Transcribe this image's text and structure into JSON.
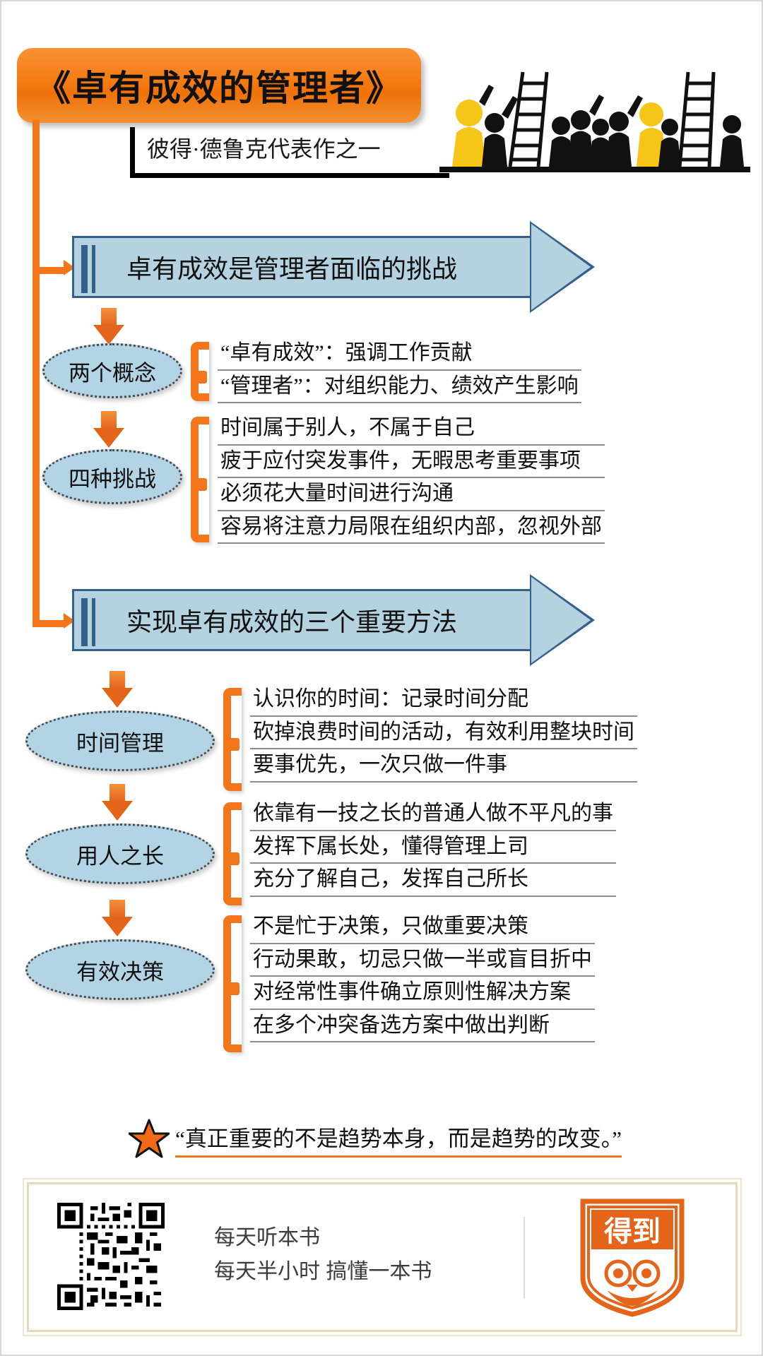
{
  "poster": {
    "title": "《卓有成效的管理者》",
    "subtitle": "彼得·德鲁克代表作之一",
    "accent_orange": "#f3761b",
    "accent_blue": "#33618c",
    "banner_fill": "#b4d2e0",
    "ellipse_fill": "#b3d4e5"
  },
  "sections": [
    {
      "banner": "卓有成效是管理者面临的挑战",
      "groups": [
        {
          "label": "两个概念",
          "items": [
            "“卓有成效”：强调工作贡献",
            "“管理者”：对组织能力、绩效产生影响"
          ]
        },
        {
          "label": "四种挑战",
          "items": [
            "时间属于别人，不属于自己",
            "疲于应付突发事件，无暇思考重要事项",
            "必须花大量时间进行沟通",
            "容易将注意力局限在组织内部，忽视外部"
          ]
        }
      ]
    },
    {
      "banner": "实现卓有成效的三个重要方法",
      "groups": [
        {
          "label": "时间管理",
          "items": [
            "认识你的时间：记录时间分配",
            "砍掉浪费时间的活动，有效利用整块时间",
            "要事优先，一次只做一件事"
          ]
        },
        {
          "label": "用人之长",
          "items": [
            "依靠有一技之长的普通人做不平凡的事",
            "发挥下属长处，懂得管理上司",
            "充分了解自己，发挥自己所长"
          ]
        },
        {
          "label": "有效决策",
          "items": [
            "不是忙于决策，只做重要决策",
            "行动果敢，切忌只做一半或盲目折中",
            "对经常性事件确立原则性解决方案",
            "在多个冲突备选方案中做出判断"
          ]
        }
      ]
    }
  ],
  "quote": "“真正重要的不是趋势本身，而是趋势的改变。”",
  "footer": {
    "line1": "每天听本书",
    "line2": "每天半小时 搞懂一本书",
    "logo_text": "得到"
  }
}
